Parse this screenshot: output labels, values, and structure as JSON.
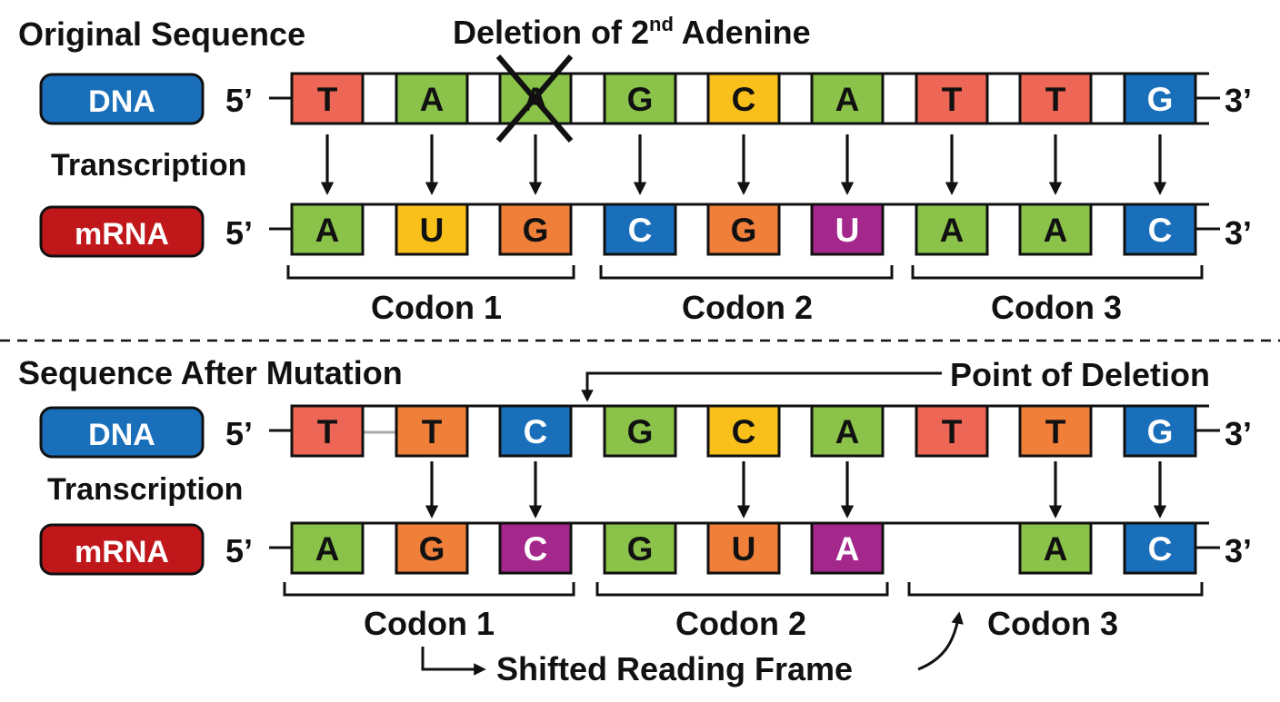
{
  "top": {
    "title": "Original Sequence",
    "deletion_title": "Deletion of 2",
    "deletion_sup": "nd",
    "deletion_tail": " Adenine",
    "dna_label": "DNA",
    "mrna_label": "mRNA",
    "transcription_label": "Transcription",
    "five_prime": "5’",
    "three_prime": "3’",
    "dna_bases": [
      "T",
      "A",
      "A",
      "G",
      "C",
      "A",
      "T",
      "T",
      "G"
    ],
    "dna_colors": [
      "red",
      "green",
      "green",
      "green",
      "yellow",
      "green",
      "red",
      "red",
      "blue"
    ],
    "deleted_index": 2,
    "mrna_bases": [
      "A",
      "U",
      "G",
      "C",
      "G",
      "U",
      "A",
      "A",
      "C"
    ],
    "mrna_colors": [
      "green",
      "yellow",
      "orange",
      "blue",
      "orange",
      "purple",
      "green",
      "green",
      "blue"
    ],
    "codons": [
      "Codon 1",
      "Codon 2",
      "Codon 3"
    ]
  },
  "bottom": {
    "title": "Sequence After Mutation",
    "point_label": "Point of Deletion",
    "dna_label": "DNA",
    "mrna_label": "mRNA",
    "transcription_label": "Transcription",
    "five_prime": "5’",
    "three_prime": "3’",
    "dna_bases": [
      "T",
      "T",
      "C",
      "G",
      "C",
      "A",
      "T",
      "T",
      "G"
    ],
    "dna_colors": [
      "red",
      "orange",
      "blue",
      "green",
      "yellow",
      "green",
      "red",
      "orange",
      "blue"
    ],
    "mrna_bases": [
      "A",
      "G",
      "C",
      "G",
      "U",
      "A",
      "",
      "A",
      "C"
    ],
    "mrna_colors": [
      "green",
      "orange",
      "purple",
      "green",
      "orange",
      "purple",
      "",
      "green",
      "blue"
    ],
    "arrow_slots": [
      1,
      2,
      4,
      5,
      7,
      8
    ],
    "codons": [
      "Codon 1",
      "Codon 2",
      "Codon 3"
    ],
    "shift_label": "Shifted Reading Frame"
  },
  "colors": {
    "red": "#ee6655",
    "green": "#8bc34a",
    "yellow": "#f9c01b",
    "orange": "#f07f3a",
    "blue": "#1a6fba",
    "purple": "#a4288b",
    "dna_pill": "#1a6fba",
    "mrna_pill": "#c0171b"
  }
}
